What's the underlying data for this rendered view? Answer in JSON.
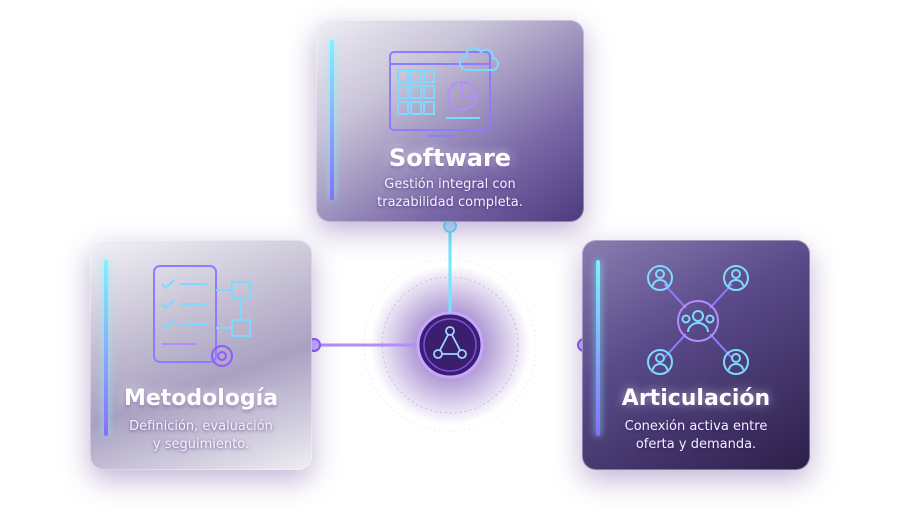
{
  "colors": {
    "accent_cyan": "#6fe8ff",
    "accent_violet": "#8a5cff",
    "hub_ring": "#b48cff"
  },
  "hub": {
    "icon": "network-triangle-icon"
  },
  "cards": {
    "software": {
      "title": "Software",
      "desc_line1": "Gestión integral con",
      "desc_line2": "trazabilidad completa.",
      "icon": "dashboard-cloud-icon"
    },
    "metodologia": {
      "title": "Metodología",
      "desc_line1": "Definición, evaluación",
      "desc_line2": "y seguimiento.",
      "icon": "checklist-flow-icon"
    },
    "articulacion": {
      "title": "Articulación",
      "desc_line1": "Conexión activa entre",
      "desc_line2": "oferta y demanda.",
      "icon": "people-network-icon"
    }
  }
}
